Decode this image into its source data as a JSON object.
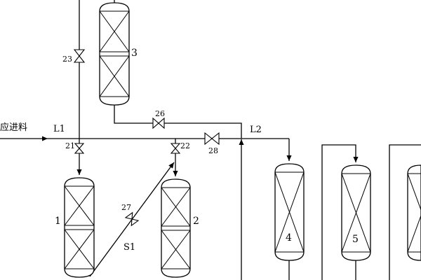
{
  "labels": {
    "feed": "应进料",
    "line_L1": "L1",
    "line_L2": "L2",
    "line_S1": "S1"
  },
  "valves": [
    {
      "id": "v23",
      "label": "23"
    },
    {
      "id": "v21",
      "label": "21"
    },
    {
      "id": "v22",
      "label": "22"
    },
    {
      "id": "v26",
      "label": "26"
    },
    {
      "id": "v28",
      "label": "28"
    },
    {
      "id": "v27",
      "label": "27"
    }
  ],
  "reactors": [
    {
      "id": "r1",
      "label": "1"
    },
    {
      "id": "r2",
      "label": "2"
    },
    {
      "id": "r3",
      "label": "3"
    },
    {
      "id": "r4",
      "label": "4"
    },
    {
      "id": "r5",
      "label": "5"
    }
  ]
}
